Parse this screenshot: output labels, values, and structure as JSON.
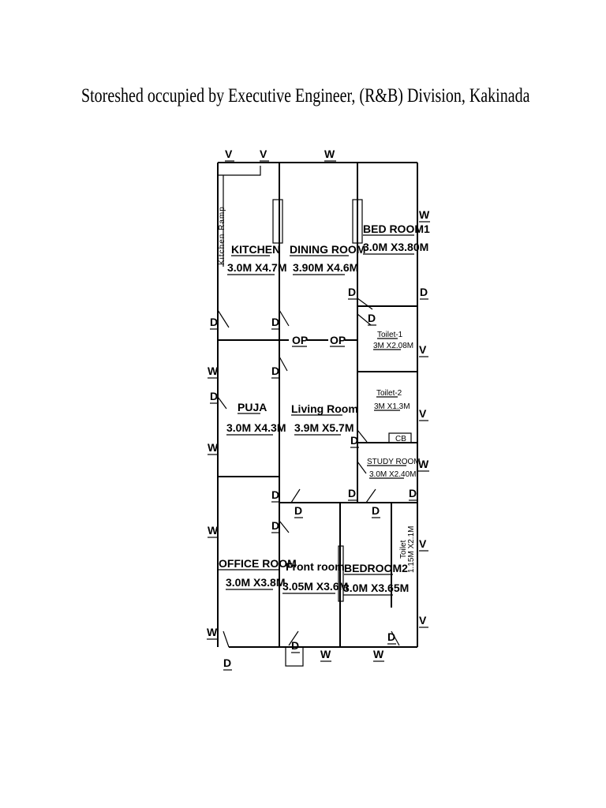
{
  "title": "Storeshed occupied by Executive Engineer, (R&B) Division, Kakinada",
  "rooms": {
    "kitchen": {
      "name": "KITCHEN",
      "size": "3.0M X4.7M"
    },
    "dining": {
      "name": "DINING ROOM",
      "size": "3.90M X4.6M"
    },
    "bedroom1": {
      "name": "BED ROOM1",
      "size": "3.0M X3.80M"
    },
    "toilet1": {
      "name": "Toilet-1",
      "size": "3M X2.08M"
    },
    "puja": {
      "name": "PUJA",
      "size": "3.0M X4.3M"
    },
    "living": {
      "name": "Living Room",
      "size": "3.9M X5.7M"
    },
    "toilet2": {
      "name": "Toilet-2",
      "size": "3M X1.3M"
    },
    "study": {
      "name": "STUDY ROOM",
      "size": "3.0M X2.40M"
    },
    "office": {
      "name": "OFFICE ROOM",
      "size": "3.0M X3.8M"
    },
    "front": {
      "name": "Front room",
      "size": "3.05M X3.6M"
    },
    "bedroom2": {
      "name": "BEDROOM2",
      "size": "3.0M X3.65M"
    },
    "toilet3": {
      "name": "Toilet",
      "size": "1.15M X2.1M"
    }
  },
  "labels": {
    "kitchen_ramp": "Kitchen Ramp",
    "cb": "CB",
    "op": "OP",
    "door": "D",
    "window": "W",
    "ventilator": "V"
  }
}
